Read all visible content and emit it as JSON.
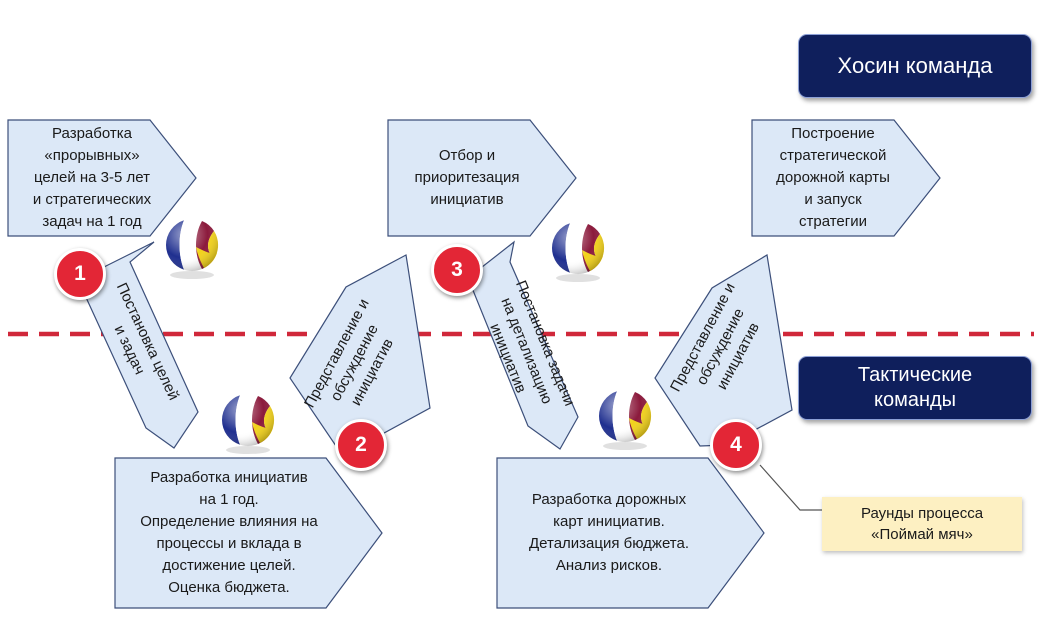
{
  "teams": {
    "top_label": "Хосин команда",
    "bottom_label": "Тактические\nкоманды"
  },
  "steps": {
    "top1": "Разработка\n«прорывных»\nцелей на 3-5 лет\nи стратегических\nзадач на 1 год",
    "diag1": "Постановка целей\nи задач",
    "bottom1": "Разработка инициатив\nна 1 год.\nОпределение влияния на\nпроцессы и вклада в\nдостижение целей.\nОценка бюджета.",
    "diag2": "Представление и\nобсуждение\nинициатив",
    "top2": "Отбор и\nприоритезация\nинициатив",
    "diag3": "Постановка задачи\nна детализацию\nинициатив",
    "bottom2": "Разработка дорожных\nкарт инициатив.\nДетализация бюджета.\nАнализ рисков.",
    "diag4": "Представление и\nобсуждение\nинициатив",
    "top3": "Построение\nстратегической\nдорожной карты\nи запуск\nстратегии"
  },
  "badges": [
    "1",
    "2",
    "3",
    "4"
  ],
  "legend": {
    "label": "Раунды процесса\n«Поймай мяч»"
  },
  "colors": {
    "team_box": "#0f1f5c",
    "arrow_fill": "#dce8f7",
    "arrow_stroke": "#3c4f7a",
    "badge": "#e32636",
    "divider": "#d0283a",
    "legend_fill": "#fdf0c2",
    "ball_blue": "#1f2f8f",
    "ball_maroon": "#8b1a3c",
    "ball_yellow": "#f2d21b"
  },
  "icons": [
    "ball-icon"
  ]
}
